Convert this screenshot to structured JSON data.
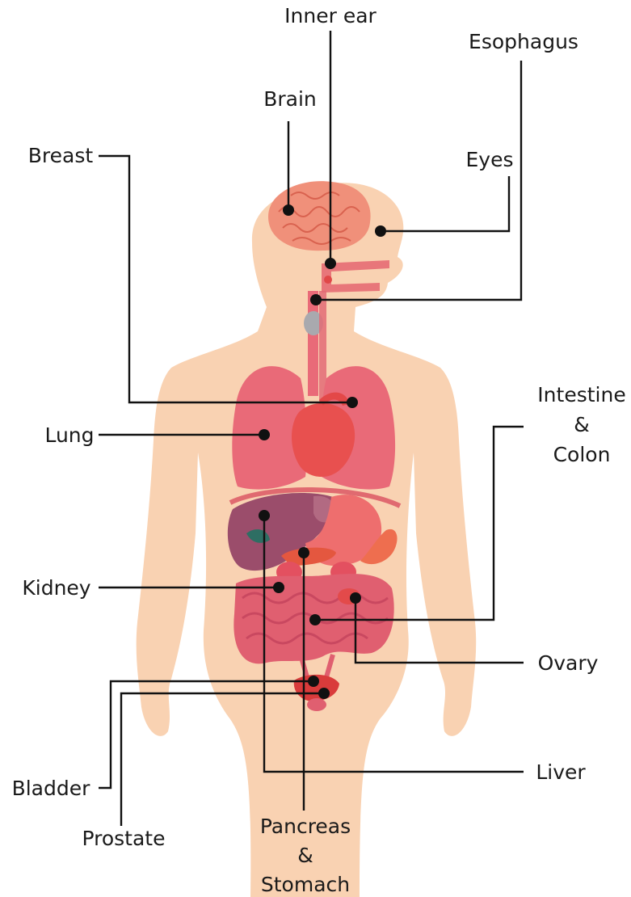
{
  "diagram": {
    "labels": {
      "inner_ear": "Inner ear",
      "esophagus": "Esophagus",
      "brain": "Brain",
      "eyes": "Eyes",
      "breast": "Breast",
      "intestine_colon": [
        "Intestine",
        "&",
        "Colon"
      ],
      "lung": "Lung",
      "kidney": "Kidney",
      "ovary": "Ovary",
      "bladder": "Bladder",
      "liver": "Liver",
      "prostate": "Prostate",
      "pancreas_stomach": [
        "Pancreas",
        "&",
        "Stomach"
      ]
    },
    "colors": {
      "skin": "#F9D2B2",
      "brain": "#F0907A",
      "lung": "#E96A78",
      "heart": "#E8504F",
      "liver": "#9B4D6B",
      "gallbladder": "#2E6E63",
      "stomach": "#EE6E6E",
      "spleen": "#EE6E4F",
      "intestine": "#E05F70",
      "bladder": "#D93B3B",
      "leader": "#111111"
    }
  }
}
